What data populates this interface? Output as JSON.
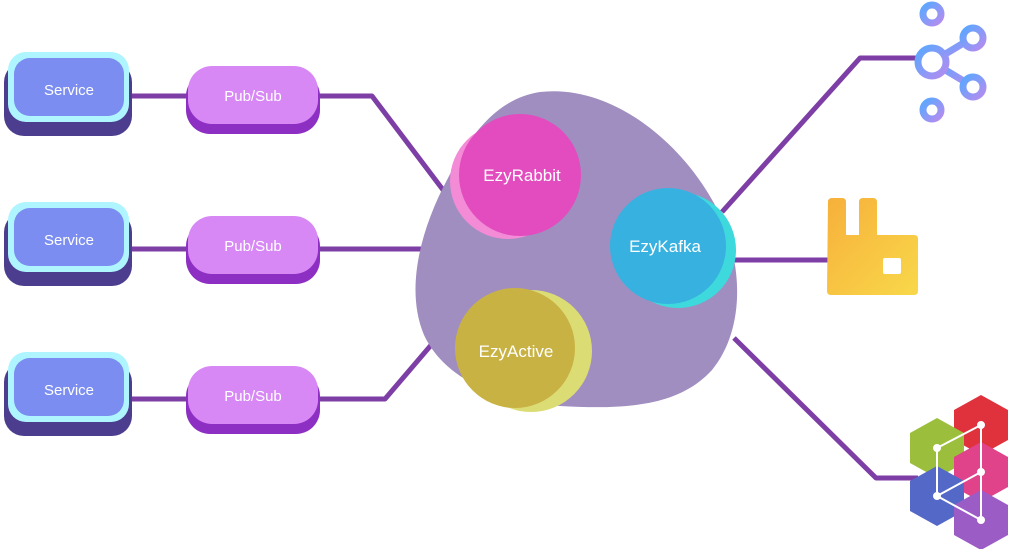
{
  "services": [
    {
      "label": "Service",
      "pubsub_label": "Pub/Sub"
    },
    {
      "label": "Service",
      "pubsub_label": "Pub/Sub"
    },
    {
      "label": "Service",
      "pubsub_label": "Pub/Sub"
    }
  ],
  "clients": {
    "rabbit": "EzyRabbit",
    "kafka": "EzyKafka",
    "active": "EzyActive"
  },
  "colors": {
    "line": "#7d3ea6",
    "service_fill": "#7b8df0",
    "service_shadow": "#4d3d8e",
    "service_glow": "#aef5ff",
    "pubsub_fill": "#d888f5",
    "pubsub_shadow": "#8e2fc4",
    "blob": "#a08ec0",
    "rabbit_circle": "#e24cbf",
    "rabbit_back": "#f38bd6",
    "kafka_circle": "#37b2e0",
    "kafka_back": "#3ed9dc",
    "active_circle": "#c9b244",
    "active_back": "#dcdc75",
    "rabbitmq_logo": "#f7b93f",
    "kafka_logo": "#6da2ff",
    "activemq_red": "#e0323c",
    "activemq_pink": "#e0438a",
    "activemq_green": "#9bbf3c",
    "activemq_blue": "#5468c8",
    "activemq_purple": "#9b5cc6"
  },
  "icons": {
    "kafka": "kafka-logo-icon",
    "rabbitmq": "rabbitmq-logo-icon",
    "activemq": "activemq-logo-icon"
  }
}
